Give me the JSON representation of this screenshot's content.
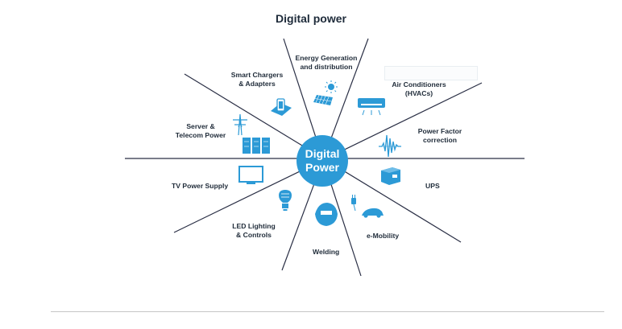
{
  "title": "Digital power",
  "hub": {
    "line1": "Digital",
    "line2": "Power"
  },
  "segments": [
    {
      "id": "energy",
      "lines": [
        "Energy Generation",
        "and distribution"
      ],
      "icon": "solar-panel-sun-icon"
    },
    {
      "id": "air",
      "lines": [
        "Air Conditioners",
        "(HVACs)"
      ],
      "icon": "air-conditioner-icon"
    },
    {
      "id": "pfc",
      "lines": [
        "Power Factor",
        "correction"
      ],
      "icon": "waveform-icon"
    },
    {
      "id": "ups",
      "lines": [
        "UPS"
      ],
      "icon": "ups-battery-icon"
    },
    {
      "id": "emob",
      "lines": [
        "e-Mobility"
      ],
      "icon": "electric-car-plug-icon"
    },
    {
      "id": "weld",
      "lines": [
        "Welding"
      ],
      "icon": "welding-mask-icon"
    },
    {
      "id": "led",
      "lines": [
        "LED Lighting",
        "& Controls"
      ],
      "icon": "led-bulb-icon"
    },
    {
      "id": "tv",
      "lines": [
        "TV Power Supply"
      ],
      "icon": "tv-screen-icon"
    },
    {
      "id": "server",
      "lines": [
        "Server &",
        "Telecom Power"
      ],
      "icon": "pylon-server-icon"
    },
    {
      "id": "charger",
      "lines": [
        "Smart Chargers",
        "& Adapters"
      ],
      "icon": "phone-charger-icon"
    }
  ],
  "colors": {
    "accent": "#2c9ad6",
    "lines": "#2a2f45",
    "text": "#1f2b39"
  }
}
